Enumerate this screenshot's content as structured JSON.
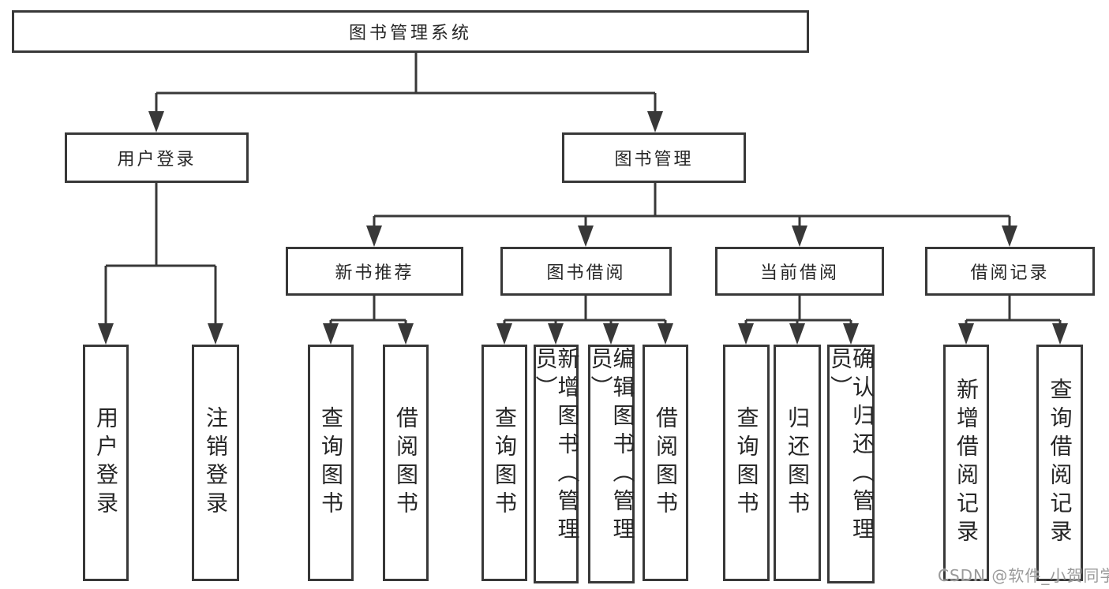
{
  "colors": {
    "line": "#383838",
    "box_border": "#383838",
    "text": "#262626",
    "watermark": "#9a9a9a",
    "background": "#ffffff"
  },
  "nodes": {
    "root": "图书管理系统",
    "user_login": "用户登录",
    "book_mgmt": "图书管理",
    "user_login_children": [
      "用户登录",
      "注销登录"
    ],
    "book_mgmt_children": [
      "新书推荐",
      "图书借阅",
      "当前借阅",
      "借阅记录"
    ],
    "new_book_rec_children": [
      "查询图书",
      "借阅图书"
    ],
    "book_borrow_children": [
      "查询图书",
      "新增图书（管理员）",
      "编辑图书（管理员）",
      "借阅图书"
    ],
    "current_borrow_children": [
      "查询图书",
      "归还图书",
      "确认归还（管理员）"
    ],
    "borrow_record_children": [
      "新增借阅记录",
      "查询借阅记录"
    ]
  },
  "watermark": "CSDN @软件_小贺同学"
}
